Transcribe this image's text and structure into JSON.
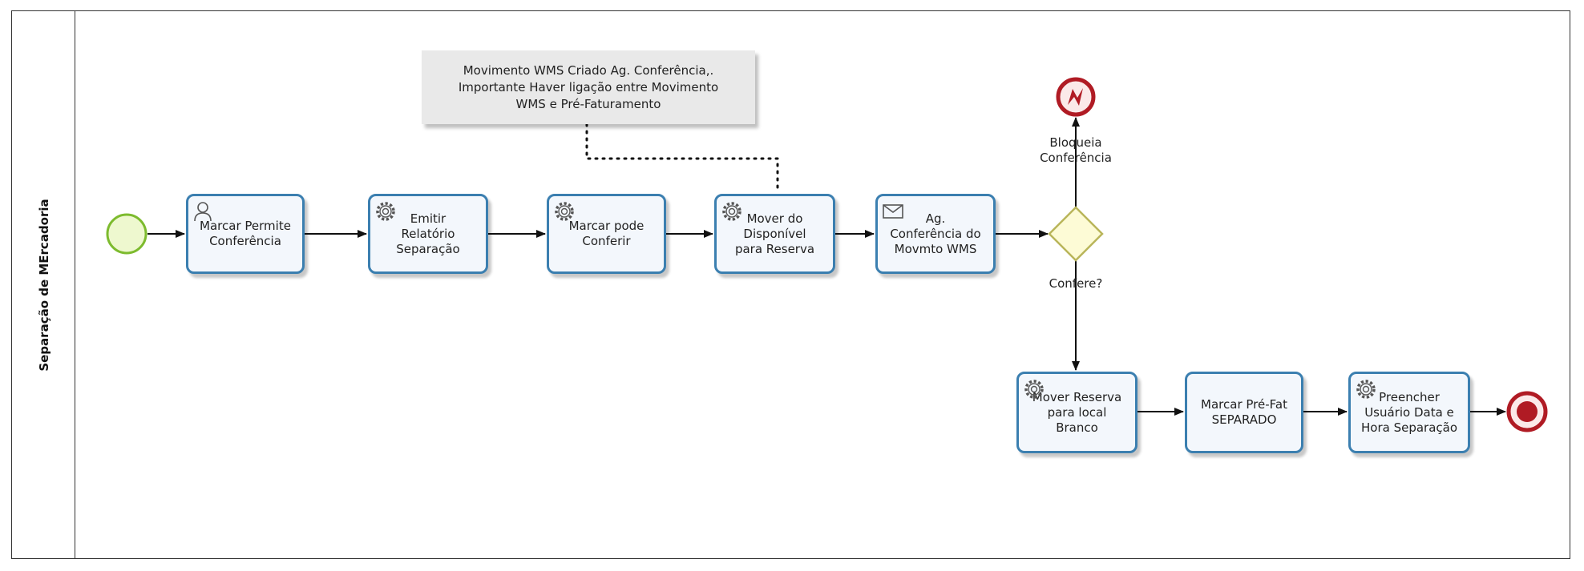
{
  "lane": {
    "title": "Separação de MErcadoria"
  },
  "annotation": {
    "text": "Movimento WMS Criado Ag. Conferência,.\nImportante Haver ligação entre Movimento\nWMS e Pré-Faturamento"
  },
  "tasks": [
    {
      "label": "Marcar Permite\nConferência",
      "icon": "user-icon"
    },
    {
      "label": "Emitir\nRelatório\nSeparação",
      "icon": "gear-icon"
    },
    {
      "label": "Marcar pode\nConferir",
      "icon": "gear-icon"
    },
    {
      "label": "Mover do\nDisponível\npara Reserva",
      "icon": "gear-icon"
    },
    {
      "label": "Ag.\nConferência do\nMovmto WMS",
      "icon": "envelope-icon"
    },
    {
      "label": "Mover Reserva\npara local\nBranco",
      "icon": "gear-icon"
    },
    {
      "label": "Marcar Pré-Fat\nSEPARADO",
      "icon": ""
    },
    {
      "label": "Preencher\nUsuário Data e\nHora Separação",
      "icon": "gear-icon"
    }
  ],
  "gateway": {
    "label": "Confere?"
  },
  "error_event": {
    "label": "Bloqueia\nConferência"
  },
  "colors": {
    "task_border": "#3b7fb0",
    "task_fill": "#f3f7fc",
    "start_stroke": "#7dbb2e",
    "start_fill": "#eef8cf",
    "gateway_fill": "#fdfbd6",
    "gateway_stroke": "#b9b55a",
    "end_color": "#b01b24"
  }
}
